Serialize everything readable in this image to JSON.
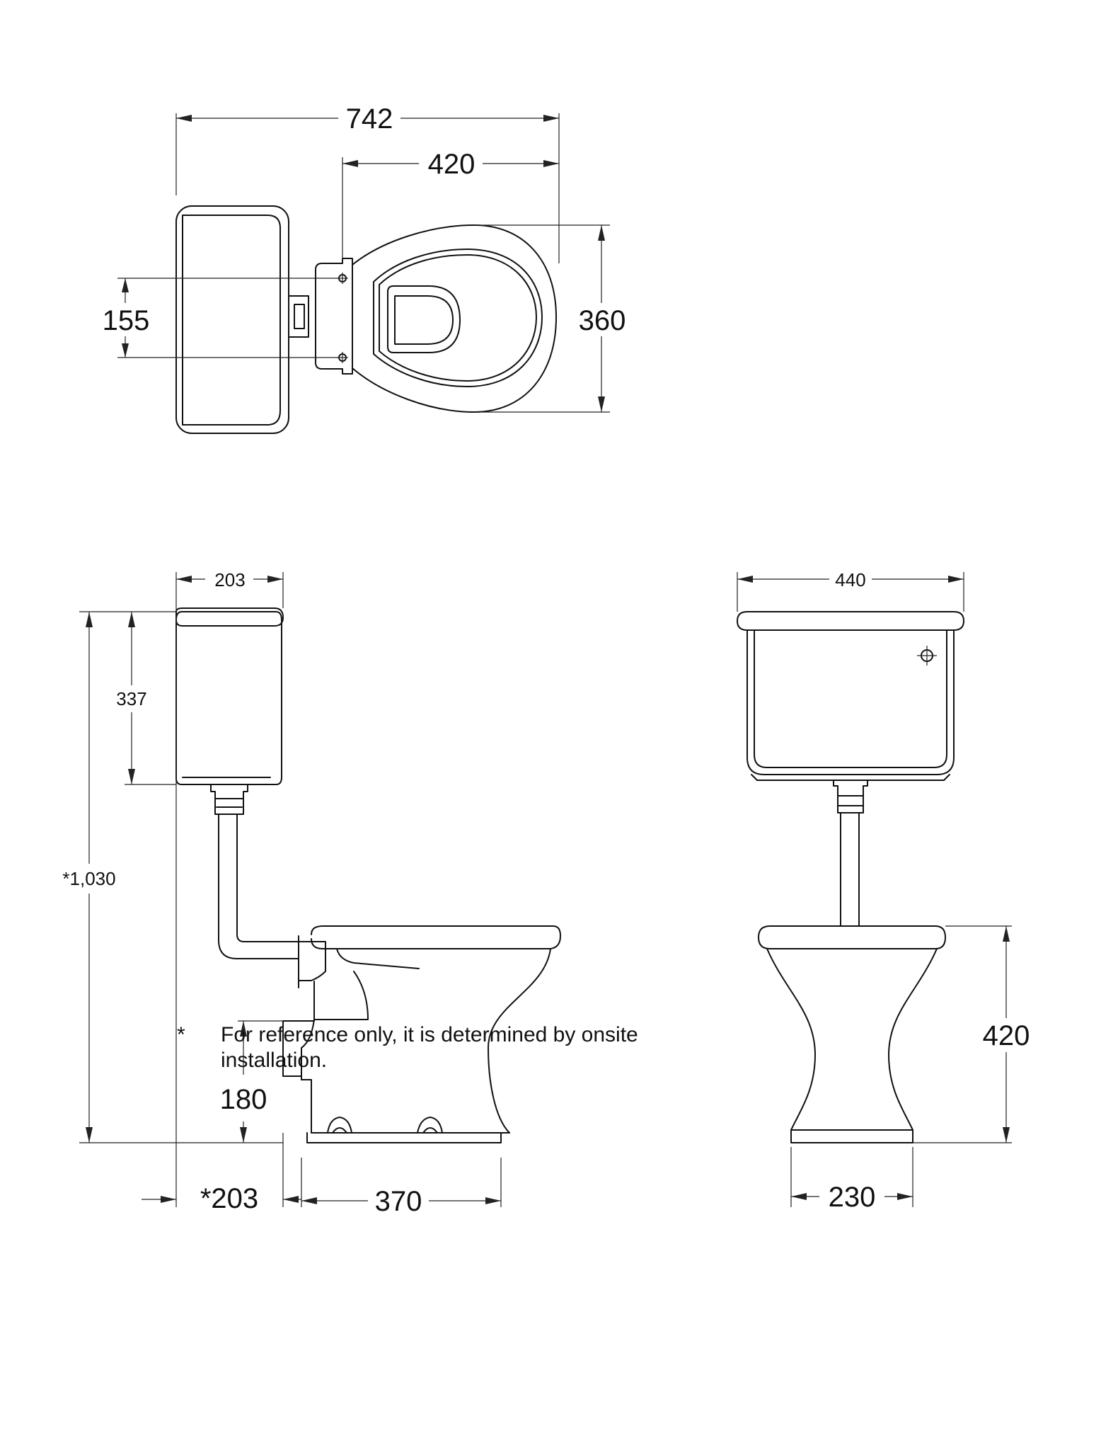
{
  "dimensions": {
    "top_overall_length": "742",
    "top_pan_length": "420",
    "top_fixing_centres": "155",
    "top_pan_width": "360",
    "side_cistern_depth": "203",
    "side_cistern_height": "337",
    "side_overall_height": "*1,030",
    "side_outlet_height": "180",
    "side_wall_clearance": "*203",
    "side_base_length": "370",
    "front_cistern_width": "440",
    "front_pan_height": "420",
    "front_base_width": "230"
  },
  "footnote": {
    "marker": "*",
    "text": "For reference only, it is determined by onsite installation."
  }
}
